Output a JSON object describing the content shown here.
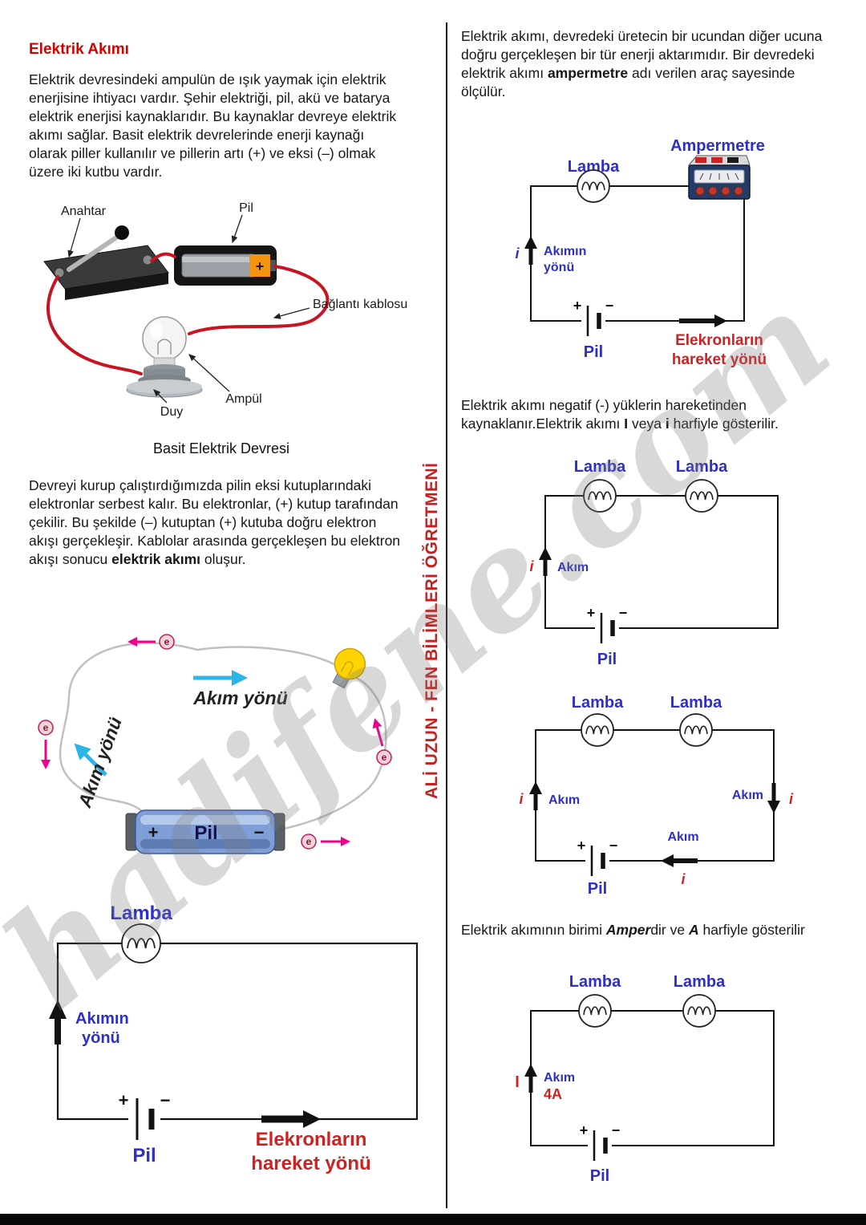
{
  "page": {
    "watermark": "hadifene.com",
    "credit": "ALİ UZUN - FEN BİLİMLERİ ÖĞRETMENİ"
  },
  "symbols": {
    "plus": "+",
    "minus": "−",
    "electron": "e"
  },
  "colors": {
    "title_red": "#d60000",
    "label_blue": "#2e2ec9",
    "label_red": "#cc2222",
    "wire_red": "#c81420",
    "arrow_cyan": "#2bb5e8",
    "electron_magenta": "#ec008c"
  },
  "left": {
    "title": "Elektrik Akımı",
    "para1": "Elektrik devresindeki ampulün de ışık yaymak için elektrik enerjisine ihtiyacı vardır. Şehir elektriği, pil, akü ve batarya elektrik enerjisi kaynaklarıdır. Bu kaynaklar devreye elektrik akımı sağlar. Basit elektrik devrelerinde enerji kaynağı olarak piller kullanılır ve pillerin artı (+) ve eksi (–) olmak üzere iki kutbu vardır.",
    "fig_basic": {
      "label_anahtar": "Anahtar",
      "label_pil": "Pil",
      "label_kablo": "Bağlantı kablosu",
      "label_ampul": "Ampül",
      "label_duy": "Duy",
      "battery_plus": "+",
      "caption": "Basit Elektrik Devresi"
    },
    "para2": {
      "t1": "Devreyi kurup çalıştırdığımızda pilin eksi kutuplarındaki elektronlar serbest kalır. Bu elektronlar, (+) kutup tarafından çekilir. Bu şekilde (–) kutuptan (+) kutuba doğru elektron akışı gerçekleşir. Kablolar arasında gerçekleşen bu elektron akışı sonucu ",
      "b1": "elektrik akımı",
      "t2": " oluşur."
    },
    "fig_flow": {
      "akim_top": "Akım yönü",
      "akim_left": "Akım yönü",
      "pil": "Pil"
    },
    "fig_circuit": {
      "lamba": "Lamba",
      "akimin_line1": "Akımın",
      "akimin_line2": "yönü",
      "pil": "Pil",
      "elektron_line1": "Elekronların",
      "elektron_line2": "hareket yönü"
    }
  },
  "right": {
    "para1": {
      "t1": "Elektrik akımı, devredeki üretecin bir ucundan diğer ucuna doğru gerçekleşen bir tür enerji aktarımıdır. Bir devredeki elektrik akımı ",
      "b1": "ampermetre",
      "t2": " adı verilen araç sayesinde ölçülür."
    },
    "fig_ammeter": {
      "lamba": "Lamba",
      "ampermetre": "Ampermetre",
      "i": "i",
      "akimin_line1": "Akımın",
      "akimin_line2": "yönü",
      "pil": "Pil",
      "elektron_line1": "Elekronların",
      "elektron_line2": "hareket yönü"
    },
    "para2": {
      "t1": "Elektrik akımı negatif (-) yüklerin hareketinden kaynaklanır.Elektrik akımı ",
      "b1": "I",
      "t2": " veya ",
      "b2": "i",
      "t3": " harfiyle gösterilir."
    },
    "fig_series": {
      "lamba1": "Lamba",
      "lamba2": "Lamba",
      "i": "i",
      "akim": "Akım",
      "pil": "Pil"
    },
    "fig_loop": {
      "lamba1": "Lamba",
      "lamba2": "Lamba",
      "i_left": "i",
      "akim_left": "Akım",
      "akim_right": "Akım",
      "i_right": "i",
      "akim_bottom": "Akım",
      "i_bottom": "i",
      "pil": "Pil"
    },
    "para3": {
      "t1": "Elektrik akımının birimi ",
      "b1": "Amper",
      "t2": "dir ve  ",
      "b2": "A",
      "t3": " harfiyle gösterilir"
    },
    "fig_unit": {
      "lamba1": "Lamba",
      "lamba2": "Lamba",
      "I": "I",
      "akim": "Akım",
      "value": "4A",
      "pil": "Pil"
    }
  }
}
